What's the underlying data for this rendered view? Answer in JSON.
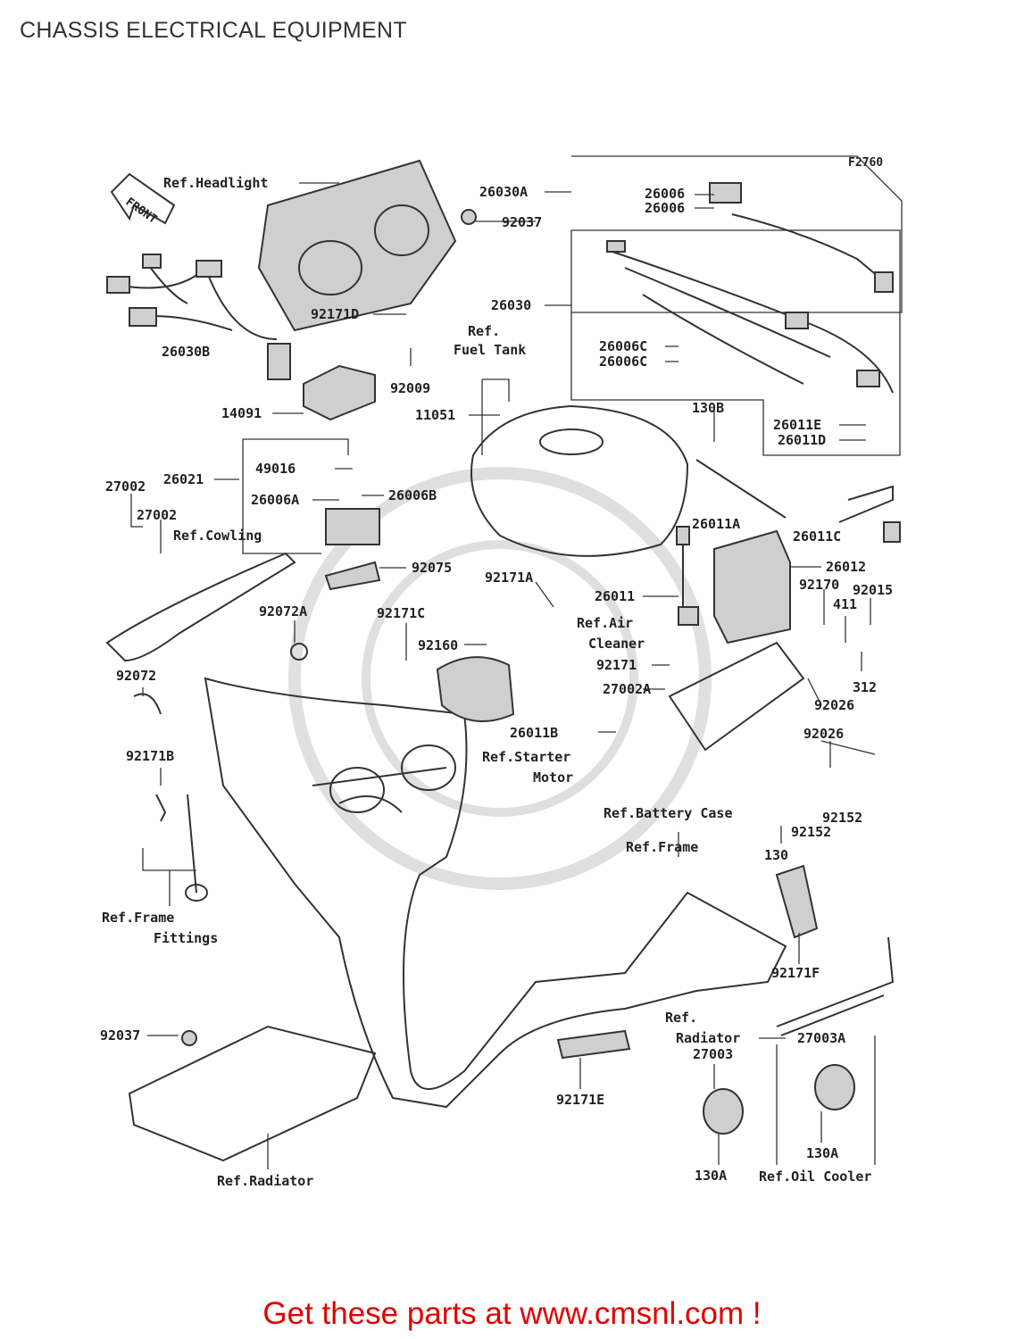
{
  "page": {
    "title": "CHASSIS ELECTRICAL EQUIPMENT",
    "figure_code": "F2760",
    "front_arrow": "FRONT"
  },
  "labels": {
    "ref_headlight": "Ref.Headlight",
    "p26030A": "26030A",
    "p26006_a": "26006",
    "p26006_b": "26006",
    "p92037_top": "92037",
    "p26030B": "26030B",
    "p26030": "26030",
    "p26006C_a": "26006C",
    "p26006C_b": "26006C",
    "p92171D": "92171D",
    "ref_ref": "Ref.",
    "ref_fuel_tank": "Fuel Tank",
    "p92009": "92009",
    "p14091": "14091",
    "p11051": "11051",
    "p130B": "130B",
    "p26011E": "26011E",
    "p26011D": "26011D",
    "p49016": "49016",
    "p26021": "26021",
    "p27002_a": "27002",
    "p27002_b": "27002",
    "p26006A": "26006A",
    "p26006B": "26006B",
    "p26011A": "26011A",
    "p26011C": "26011C",
    "ref_cowling": "Ref.Cowling",
    "p92075": "92075",
    "p92171A": "92171A",
    "p26012": "26012",
    "p26011": "26011",
    "p92170": "92170",
    "p92015": "92015",
    "p411": "411",
    "p92072A": "92072A",
    "p92171C": "92171C",
    "ref_air": "Ref.Air",
    "ref_cleaner": "Cleaner",
    "p92160": "92160",
    "p92171": "92171",
    "p312": "312",
    "p92072": "92072",
    "p27002A": "27002A",
    "p92026_a": "92026",
    "p92026_b": "92026",
    "p26011B": "26011B",
    "ref_starter": "Ref.Starter",
    "ref_motor": "Motor",
    "p92171B": "92171B",
    "ref_battery_case": "Ref.Battery Case",
    "p92152_a": "92152",
    "p92152_b": "92152",
    "ref_frame_right": "Ref.Frame",
    "p130": "130",
    "ref_frame": "Ref.Frame",
    "ref_fittings": "Fittings",
    "p92171F": "92171F",
    "p92037_bottom": "92037",
    "ref_ref2": "Ref.",
    "ref_radiator_right": "Radiator",
    "p27003A": "27003A",
    "p27003": "27003",
    "p92171E": "92171E",
    "ref_radiator": "Ref.Radiator",
    "p130A_a": "130A",
    "p130A_b": "130A",
    "ref_oil_cooler": "Ref.Oil Cooler"
  },
  "cta": {
    "text": "Get these parts at www.cmsnl.com !"
  },
  "colors": {
    "cta": "#e00000",
    "line": "#333333"
  }
}
